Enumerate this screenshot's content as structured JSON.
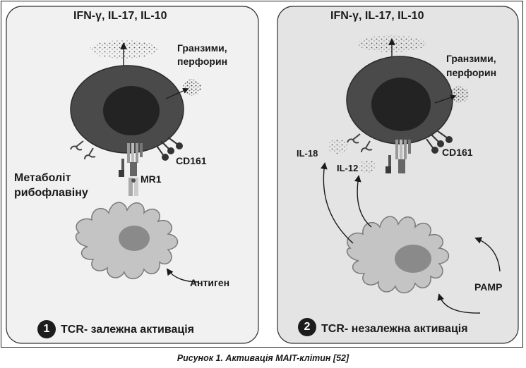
{
  "panel_left": {
    "cytokines": "IFN-γ, IL-17, IL-10",
    "granzymes_line1": "Гранзими,",
    "granzymes_line2": "перфорин",
    "cd161": "CD161",
    "mr1": "MR1",
    "metabolite_line1": "Метаболіт",
    "metabolite_line2": "рибофлавіну",
    "antigen": "Антиген",
    "badge_number": "1",
    "mode": "TCR- залежна активація"
  },
  "panel_right": {
    "cytokines": "IFN-γ, IL-17, IL-10",
    "granzymes_line1": "Гранзими,",
    "granzymes_line2": "перфорин",
    "cd161": "CD161",
    "il18": "IL-18",
    "il12": "IL-12",
    "pamp": "PAMP",
    "badge_number": "2",
    "mode": "TCR- незалежна активація"
  },
  "caption": "Рисунок 1. Активація MAIT-клітин [52]",
  "colors": {
    "panel_left_bg": "#f1f1f1",
    "panel_right_bg": "#e4e4e4",
    "mait_cell": "#4a4a4a",
    "nucleus": "#232323",
    "dendritic_cell": "#c4c4c4",
    "dendritic_nucleus": "#8a8a8a"
  }
}
